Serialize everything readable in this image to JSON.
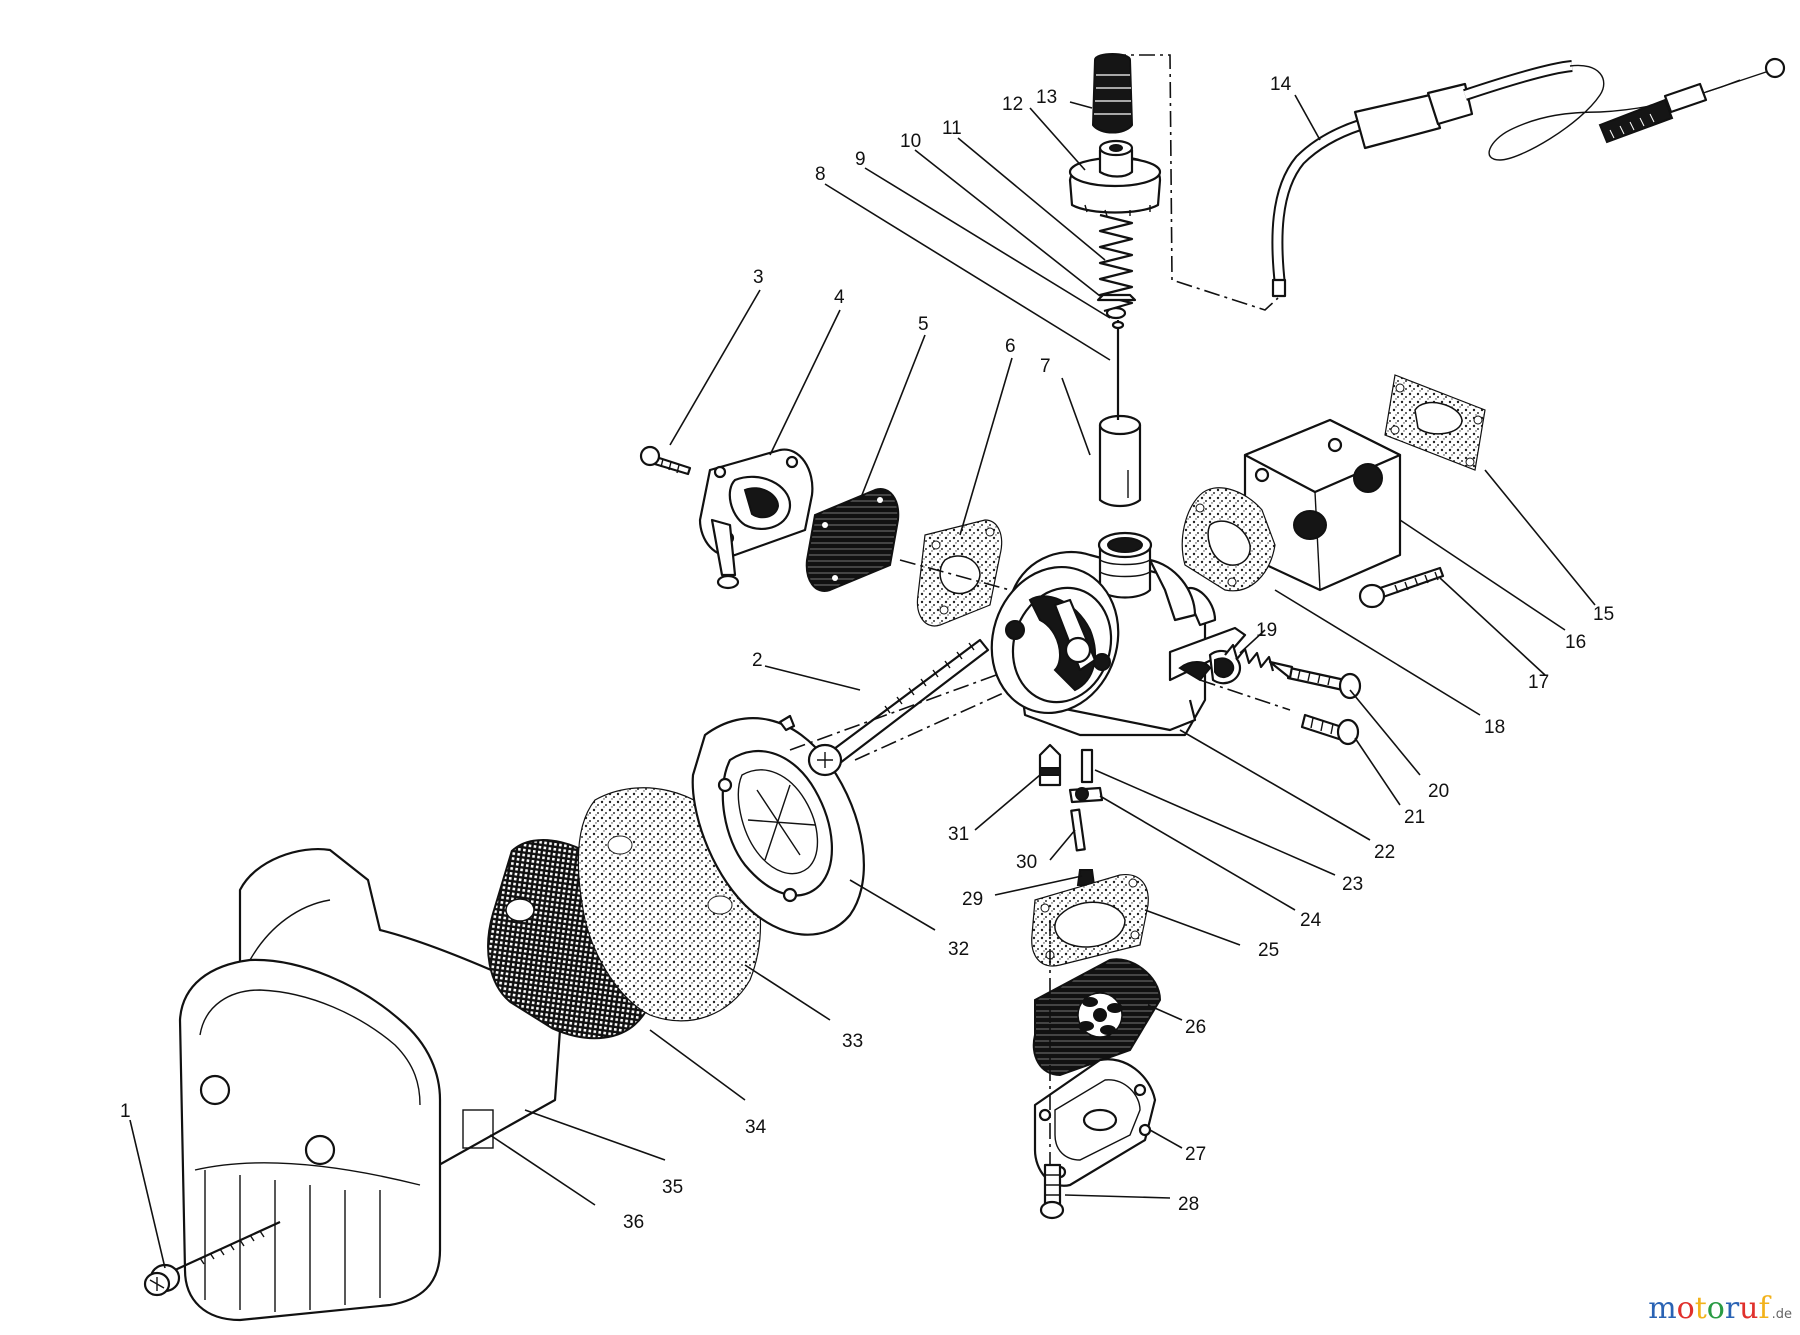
{
  "part_numbers": [
    "1",
    "2",
    "3",
    "4",
    "5",
    "6",
    "7",
    "8",
    "9",
    "10",
    "11",
    "12",
    "13",
    "14",
    "15",
    "16",
    "17",
    "18",
    "19",
    "20",
    "21",
    "22",
    "23",
    "24",
    "25",
    "26",
    "27",
    "28",
    "29",
    "30",
    "31",
    "32",
    "33",
    "34",
    "35",
    "36"
  ],
  "watermark": {
    "text_main": "motoruf",
    "text_domain": ".de",
    "colors": [
      "#2a63b4",
      "#e0302c",
      "#f2b21b",
      "#2a9b44"
    ]
  }
}
